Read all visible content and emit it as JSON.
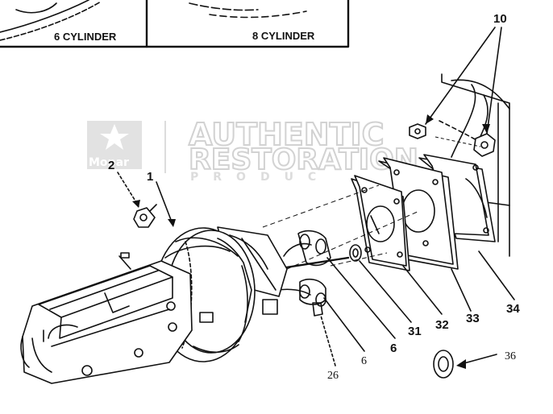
{
  "header": {
    "left_caption": "6 CYLINDER",
    "right_caption": "8 CYLINDER"
  },
  "watermark": {
    "logo_text": "Mopar",
    "line1": "AUTHENTIC",
    "line2": "RESTORATION",
    "line3": "PRODUC"
  },
  "callouts": {
    "c10": "10",
    "c2": "2",
    "c1": "1",
    "c26": "26",
    "c6a": "6",
    "c6b": "6",
    "c31": "31",
    "c32": "32",
    "c33": "33",
    "c34": "34",
    "c36": "36"
  },
  "colors": {
    "ink": "#111111",
    "watermark": "#d2d2d2"
  }
}
